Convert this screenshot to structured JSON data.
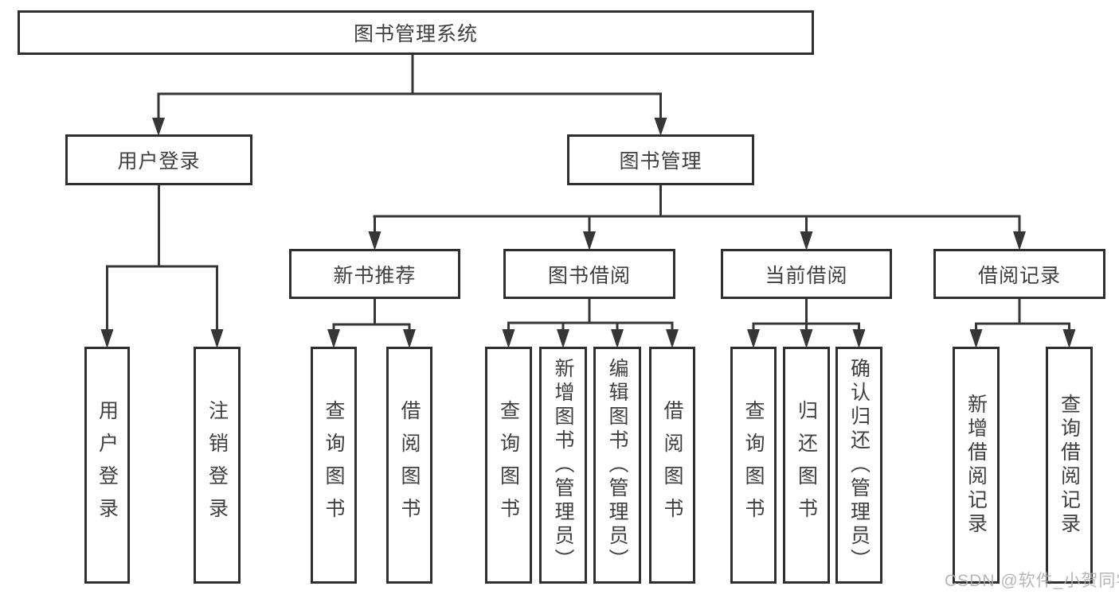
{
  "diagram": {
    "root": {
      "label": "图书管理系统"
    },
    "user_login": {
      "label": "用户登录",
      "children": [
        {
          "label": "用户登录"
        },
        {
          "label": "注销登录"
        }
      ]
    },
    "book_mgmt": {
      "label": "图书管理",
      "sections": [
        {
          "label": "新书推荐",
          "children": [
            {
              "label": "查询图书"
            },
            {
              "label": "借阅图书"
            }
          ]
        },
        {
          "label": "图书借阅",
          "children": [
            {
              "label": "查询图书"
            },
            {
              "label": "新增图书（管理员）"
            },
            {
              "label": "编辑图书（管理员）"
            },
            {
              "label": "借阅图书"
            }
          ]
        },
        {
          "label": "当前借阅",
          "children": [
            {
              "label": "查询图书"
            },
            {
              "label": "归还图书"
            },
            {
              "label": "确认归还（管理员）"
            }
          ]
        },
        {
          "label": "借阅记录",
          "children": [
            {
              "label": "新增借阅记录"
            },
            {
              "label": "查询借阅记录"
            }
          ]
        }
      ]
    }
  },
  "watermark": {
    "text": "CSDN @软件_小贺同学"
  },
  "colors": {
    "line": "#363636",
    "box_border": "#2f2f2f",
    "text": "#3f3f3f",
    "watermark": "#aaaaaa",
    "background": "#ffffff"
  }
}
